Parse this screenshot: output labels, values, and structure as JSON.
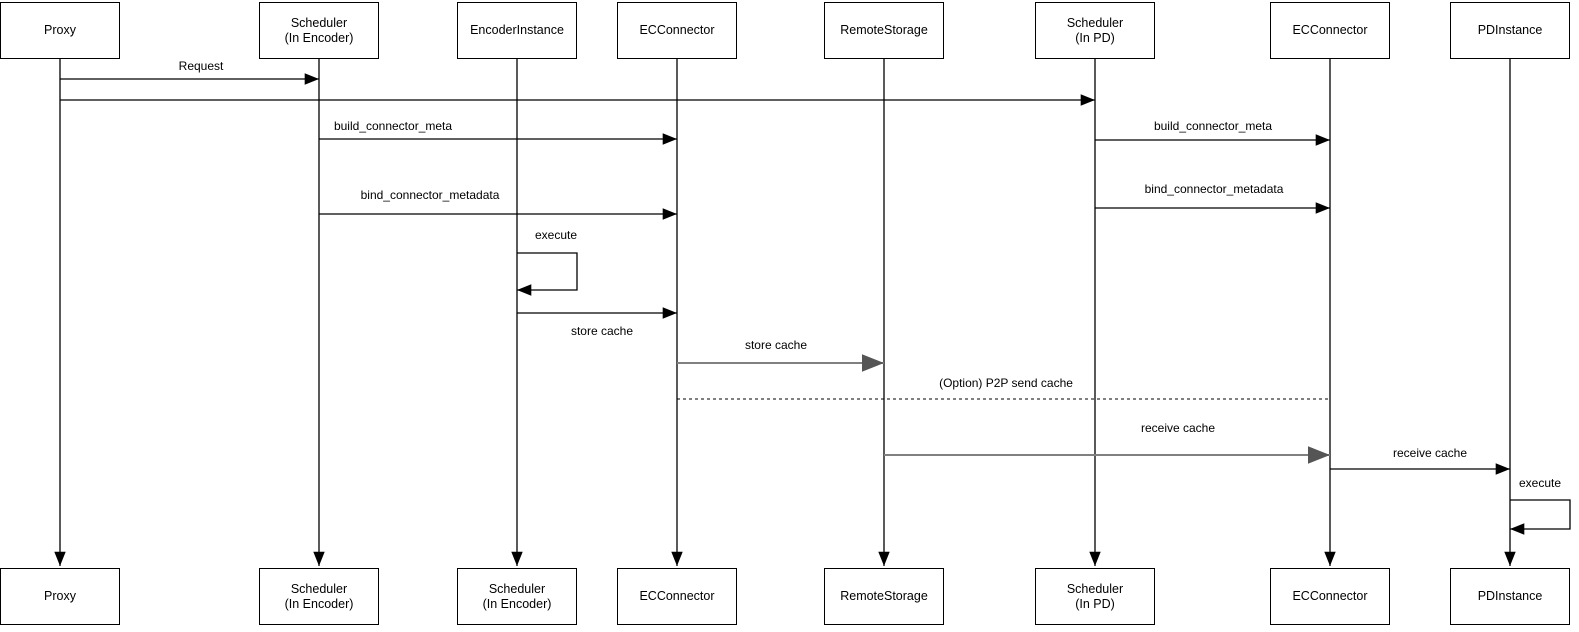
{
  "diagram": {
    "type": "sequence-diagram",
    "colors": {
      "background": "#ffffff",
      "box_fill": "#ffffff",
      "box_border": "#000000",
      "line": "#000000",
      "gray_arrow": "#808080",
      "text": "#000000"
    },
    "participants": [
      {
        "id": "proxy",
        "top": [
          "Proxy"
        ],
        "bottom": [
          "Proxy"
        ]
      },
      {
        "id": "scheduler-encoder",
        "top": [
          "Scheduler",
          "(In Encoder)"
        ],
        "bottom": [
          "Scheduler",
          "(In Encoder)"
        ]
      },
      {
        "id": "encoder-instance",
        "top": [
          "EncoderInstance"
        ],
        "bottom": [
          "Scheduler",
          "(In Encoder)"
        ]
      },
      {
        "id": "ec-connector-encoder",
        "top": [
          "ECConnector"
        ],
        "bottom": [
          "ECConnector"
        ]
      },
      {
        "id": "remote-storage",
        "top": [
          "RemoteStorage"
        ],
        "bottom": [
          "RemoteStorage"
        ]
      },
      {
        "id": "scheduler-pd",
        "top": [
          "Scheduler",
          "(In PD)"
        ],
        "bottom": [
          "Scheduler",
          "(In PD)"
        ]
      },
      {
        "id": "ec-connector-pd",
        "top": [
          "ECConnector"
        ],
        "bottom": [
          "ECConnector"
        ]
      },
      {
        "id": "pd-instance",
        "top": [
          "PDInstance"
        ],
        "bottom": [
          "PDInstance"
        ]
      }
    ],
    "messages": [
      {
        "label": "Request",
        "from": "Proxy",
        "to": "Scheduler (In Encoder)",
        "style": "solid"
      },
      {
        "label": "",
        "from": "Proxy",
        "to": "Scheduler (In PD)",
        "style": "solid"
      },
      {
        "label": "build_connector_meta",
        "from": "Scheduler (In Encoder)",
        "to": "ECConnector",
        "style": "solid"
      },
      {
        "label": "build_connector_meta",
        "from": "Scheduler (In PD)",
        "to": "ECConnector",
        "style": "solid"
      },
      {
        "label": "bind_connector_metadata",
        "from": "Scheduler (In Encoder)",
        "to": "ECConnector",
        "style": "solid"
      },
      {
        "label": "bind_connector_metadata",
        "from": "Scheduler (In PD)",
        "to": "ECConnector",
        "style": "solid"
      },
      {
        "label": "execute",
        "from": "EncoderInstance",
        "to": "EncoderInstance",
        "style": "self-loop"
      },
      {
        "label": "store cache",
        "from": "EncoderInstance",
        "to": "ECConnector",
        "style": "solid"
      },
      {
        "label": "store cache",
        "from": "ECConnector",
        "to": "RemoteStorage",
        "style": "solid-gray"
      },
      {
        "label": "(Option) P2P send cache",
        "from": "ECConnector",
        "to": "ECConnector",
        "style": "dashed"
      },
      {
        "label": "receive cache",
        "from": "RemoteStorage",
        "to": "ECConnector",
        "style": "solid-gray"
      },
      {
        "label": "receive cache",
        "from": "ECConnector",
        "to": "PDInstance",
        "style": "solid"
      },
      {
        "label": "execute",
        "from": "PDInstance",
        "to": "PDInstance",
        "style": "self-loop"
      }
    ]
  }
}
